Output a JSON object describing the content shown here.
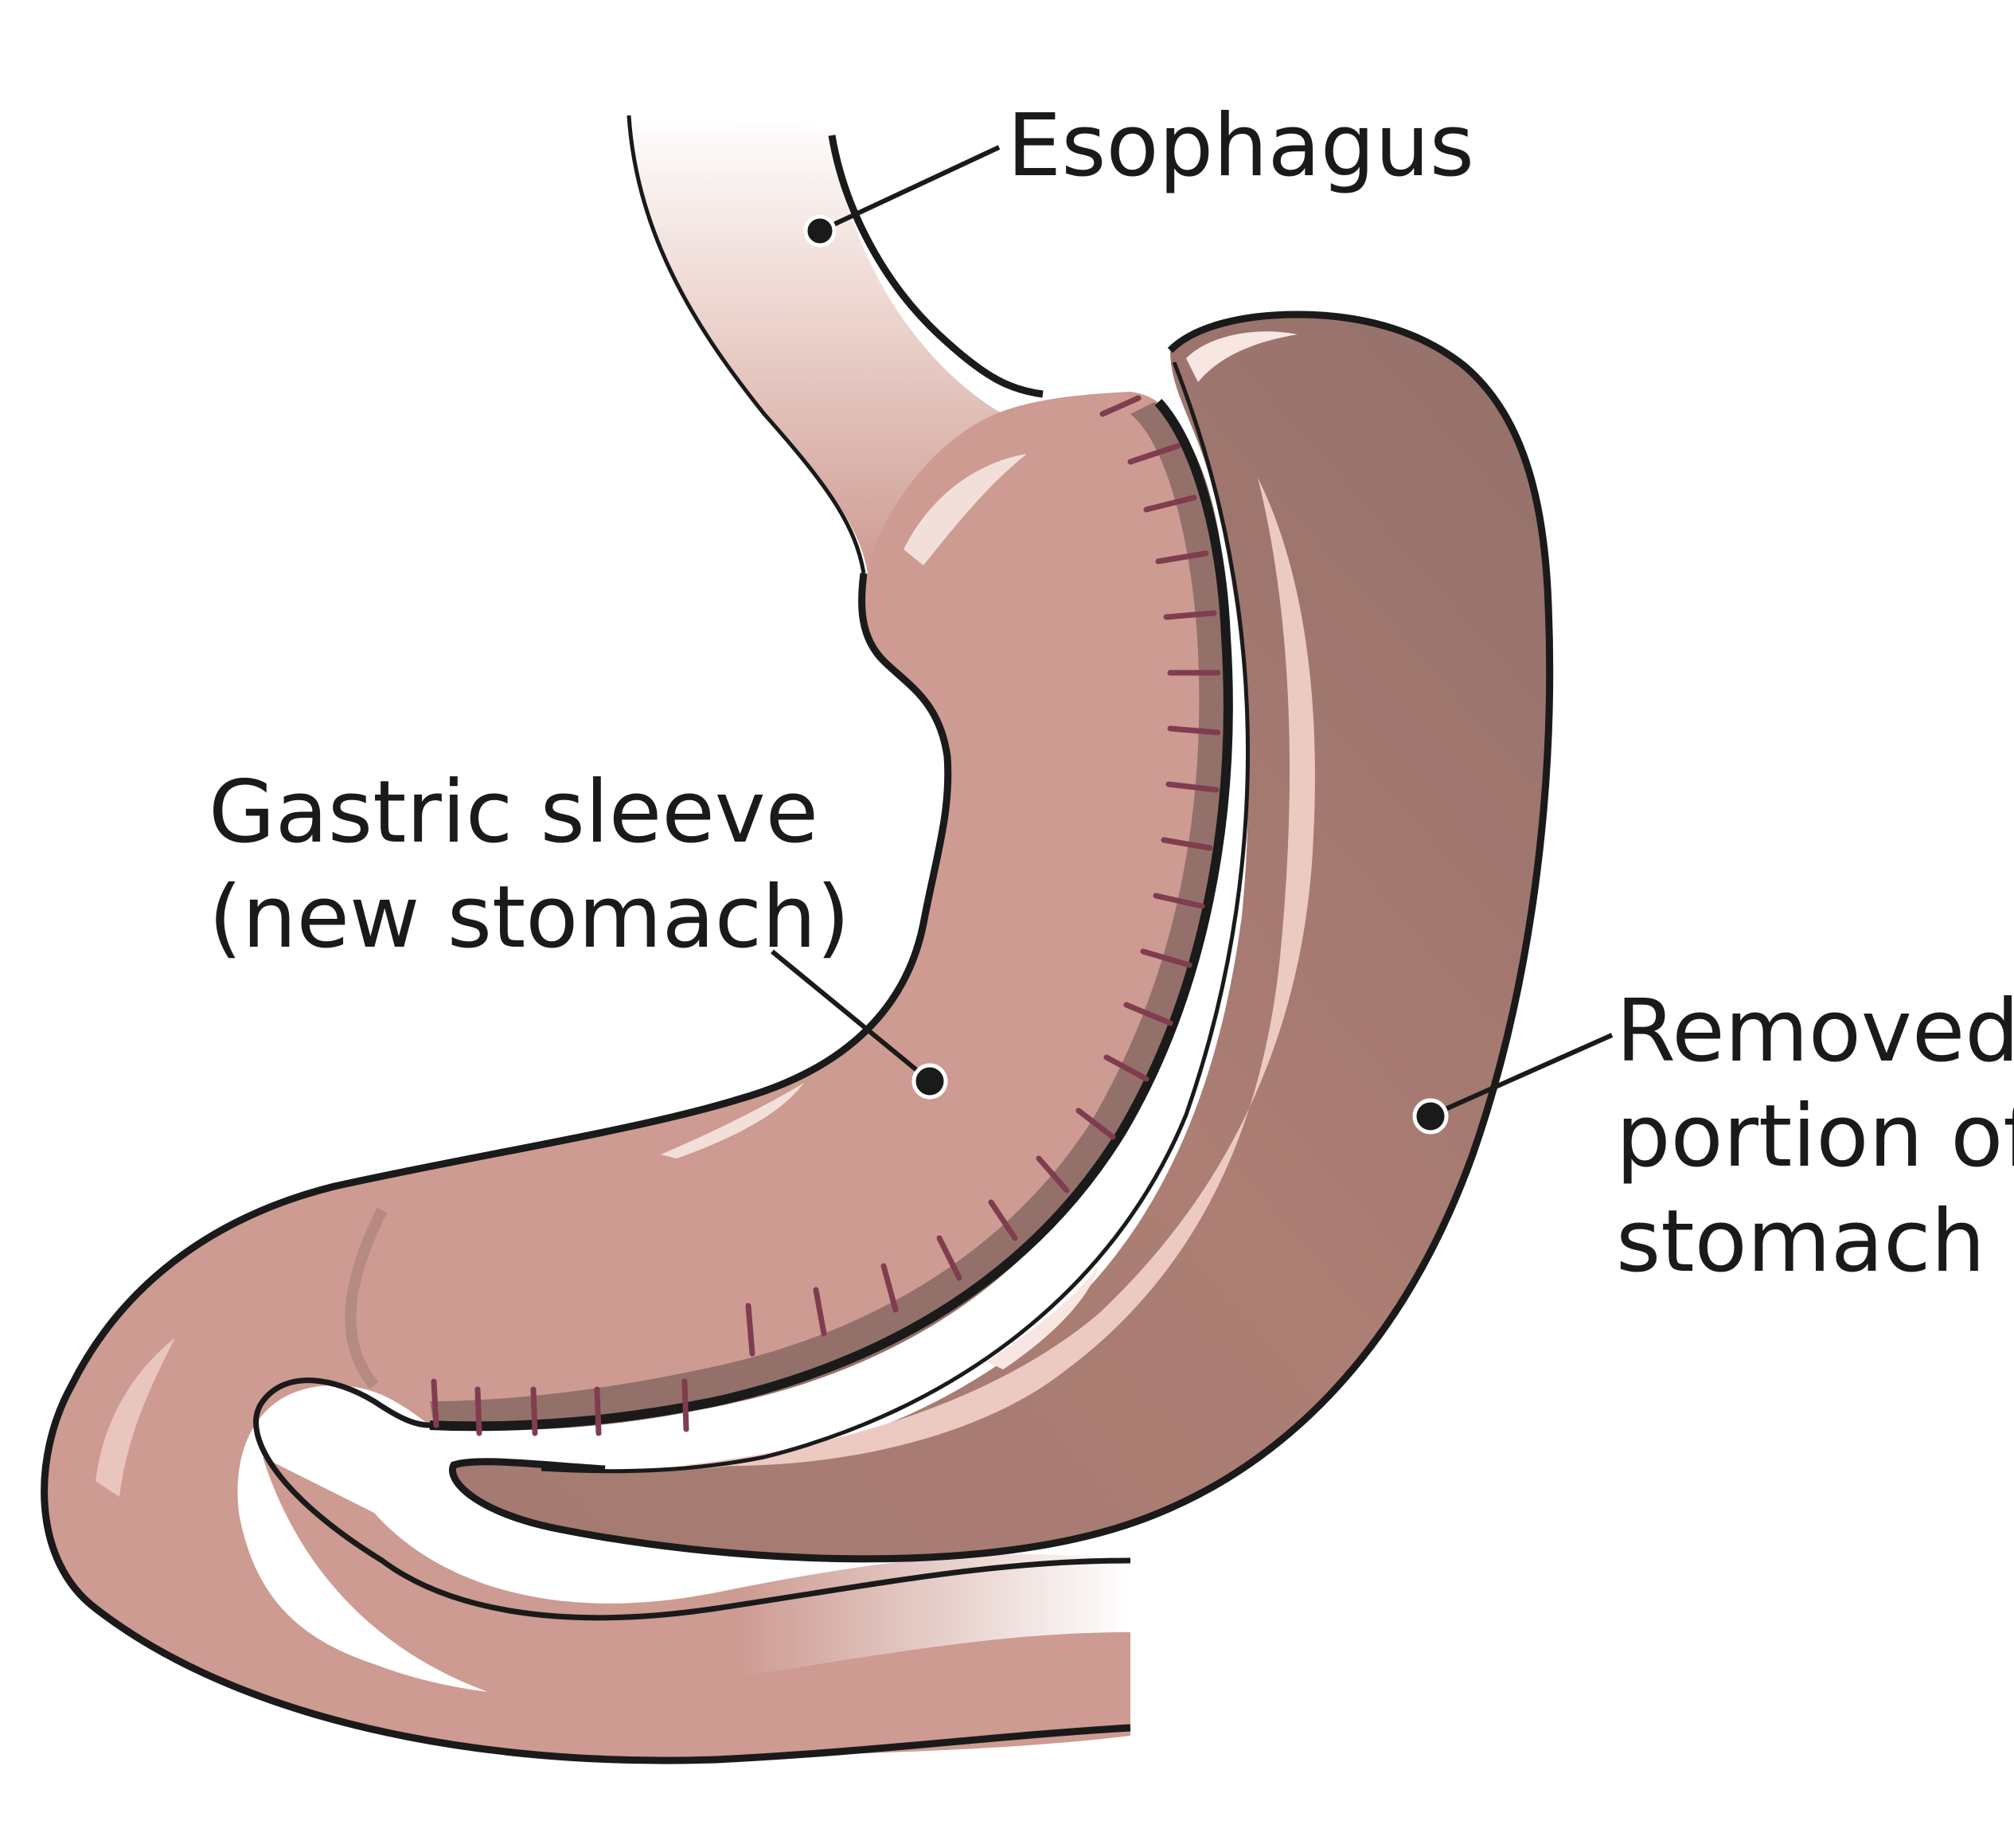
{
  "labels": {
    "esophagus": "Esophagus",
    "sleeve_line1": "Gastric sleeve",
    "sleeve_line2": "(new stomach)",
    "removed_line1": "Removed",
    "removed_line2": "portion of",
    "removed_line3": "stomach"
  },
  "colors": {
    "tissue": "#cd9b92",
    "tissue_dark": "#a8786f",
    "tissue_shadow": "#94706a",
    "highlight": "#f3dfd9",
    "outline": "#1a1a1a",
    "staples": "#7f3d4f"
  }
}
